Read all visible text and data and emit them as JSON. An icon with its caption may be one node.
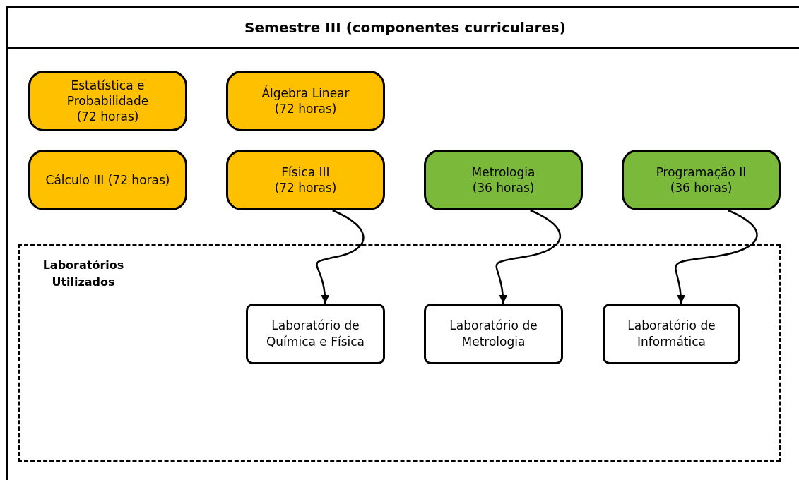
{
  "diagram": {
    "nodes": [
      {
        "text": [
          "Semestre III (componentes curriculares)"
        ]
      },
      {
        "text": [
          "Estatística e Probabilidade",
          "(72 horas)"
        ],
        "in": 0
      },
      {
        "text": [
          "Álgebra Linear",
          "(72 horas)"
        ],
        "in": 0
      },
      {
        "text": [
          "Cálculo III (72 horas)"
        ],
        "in": 0
      },
      {
        "text": [
          "Física III",
          "(72 horas)"
        ],
        "in": 0
      },
      {
        "text": [
          "Metrologia",
          "(36 horas)"
        ],
        "in": 0
      },
      {
        "text": [
          "Programação II",
          "(36 horas)"
        ],
        "in": 0
      },
      {
        "text": [
          "Laboratórios Utilizados"
        ],
        "in": 0
      },
      {
        "text": [
          "Laboratório de Química e Física"
        ],
        "in": 7
      },
      {
        "text": [
          "Laboratório de Metrologia"
        ],
        "in": 7
      },
      {
        "text": [
          "Laboratório de Informática"
        ],
        "in": 7
      }
    ],
    "edges": [
      {
        "from": 4,
        "to": 8,
        "arrow": "to"
      },
      {
        "from": 5,
        "to": 9,
        "arrow": "to"
      },
      {
        "from": 6,
        "to": 10,
        "arrow": "to"
      }
    ]
  }
}
